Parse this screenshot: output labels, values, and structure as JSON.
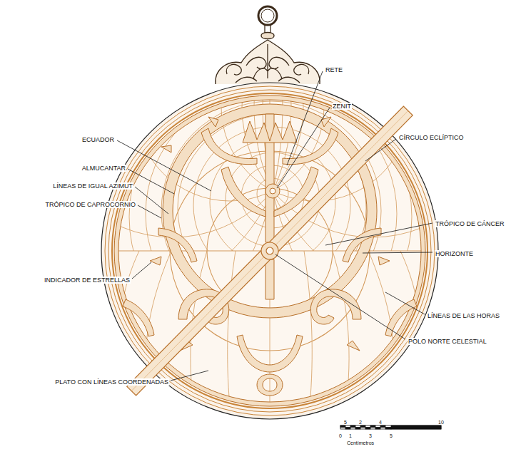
{
  "diagram": {
    "labels": [
      "RETE",
      "ZENIT",
      "ECUADOR",
      "CÍRCULO ECLÍPTICO",
      "ALMUCANTAR",
      "LÍNEAS DE IGUAL AZIMUT",
      "TRÓPICO DE CAPROCORNIO",
      "TRÓPICO DE CÁNCER",
      "HORIZONTE",
      "INDICADOR DE ESTRELLAS",
      "LÍNEAS DE LAS HORAS",
      "POLO NORTE CELESTIAL",
      "PLATO CON LÍNEAS COORDENADAS",
      "5",
      "2",
      "4",
      "10",
      "0",
      "1",
      "3",
      "5",
      "Centímetros"
    ]
  }
}
